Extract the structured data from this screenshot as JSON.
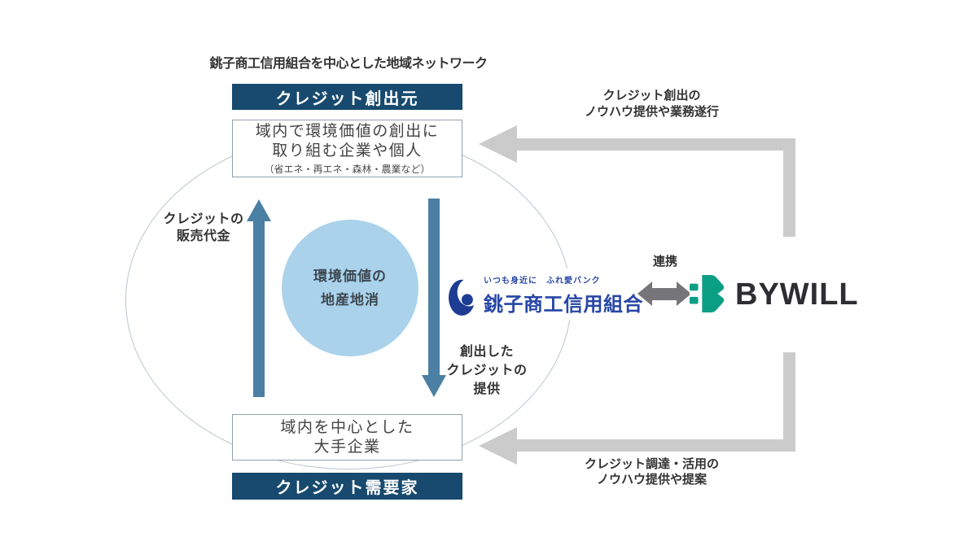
{
  "colors": {
    "banner_navy": "#174a6e",
    "cycle_arrow_blue": "#4b7fa3",
    "circle_light_blue": "#aad2eb",
    "ellipse_outline": "#b9c6cf",
    "gray_flow_arrow": "#cbcbcb",
    "link_arrow_gray": "#76767a",
    "bank_blue": "#2746a6",
    "bank_mark_blue": "#1d3c94",
    "bywill_green": "#0a9f85",
    "bywill_text": "#2d2d32",
    "text_dark": "#333333"
  },
  "header": {
    "title": "銚子商工信用組合を中心とした地域ネットワーク"
  },
  "creator": {
    "banner": "クレジット創出元",
    "box": {
      "line1": "域内で環境価値の創出に",
      "line2": "取り組む企業や個人",
      "note": "（省エネ・再エネ・森林・農業など）"
    }
  },
  "cycle": {
    "sales_label": {
      "line1": "クレジットの",
      "line2": "販売代金"
    },
    "circle": {
      "line1": "環境価値の",
      "line2": "地産地消"
    },
    "provide_label": {
      "line1": "創出した",
      "line2": "クレジットの",
      "line3": "提供"
    }
  },
  "demand": {
    "box": {
      "line1": "域内を中心とした",
      "line2": "大手企業"
    },
    "banner": "クレジット需要家"
  },
  "partnership": {
    "bank": {
      "tagline": "いつも身近に　ふれ愛バンク",
      "name": "銚子商工信用組合"
    },
    "link_label": "連携",
    "partner": {
      "name": "BYWILL"
    }
  },
  "flows": {
    "to_creator": {
      "line1": "クレジット創出の",
      "line2": "ノウハウ提供や業務遂行"
    },
    "to_demand": {
      "line1": "クレジット調達・活用の",
      "line2": "ノウハウ提供や提案"
    }
  }
}
